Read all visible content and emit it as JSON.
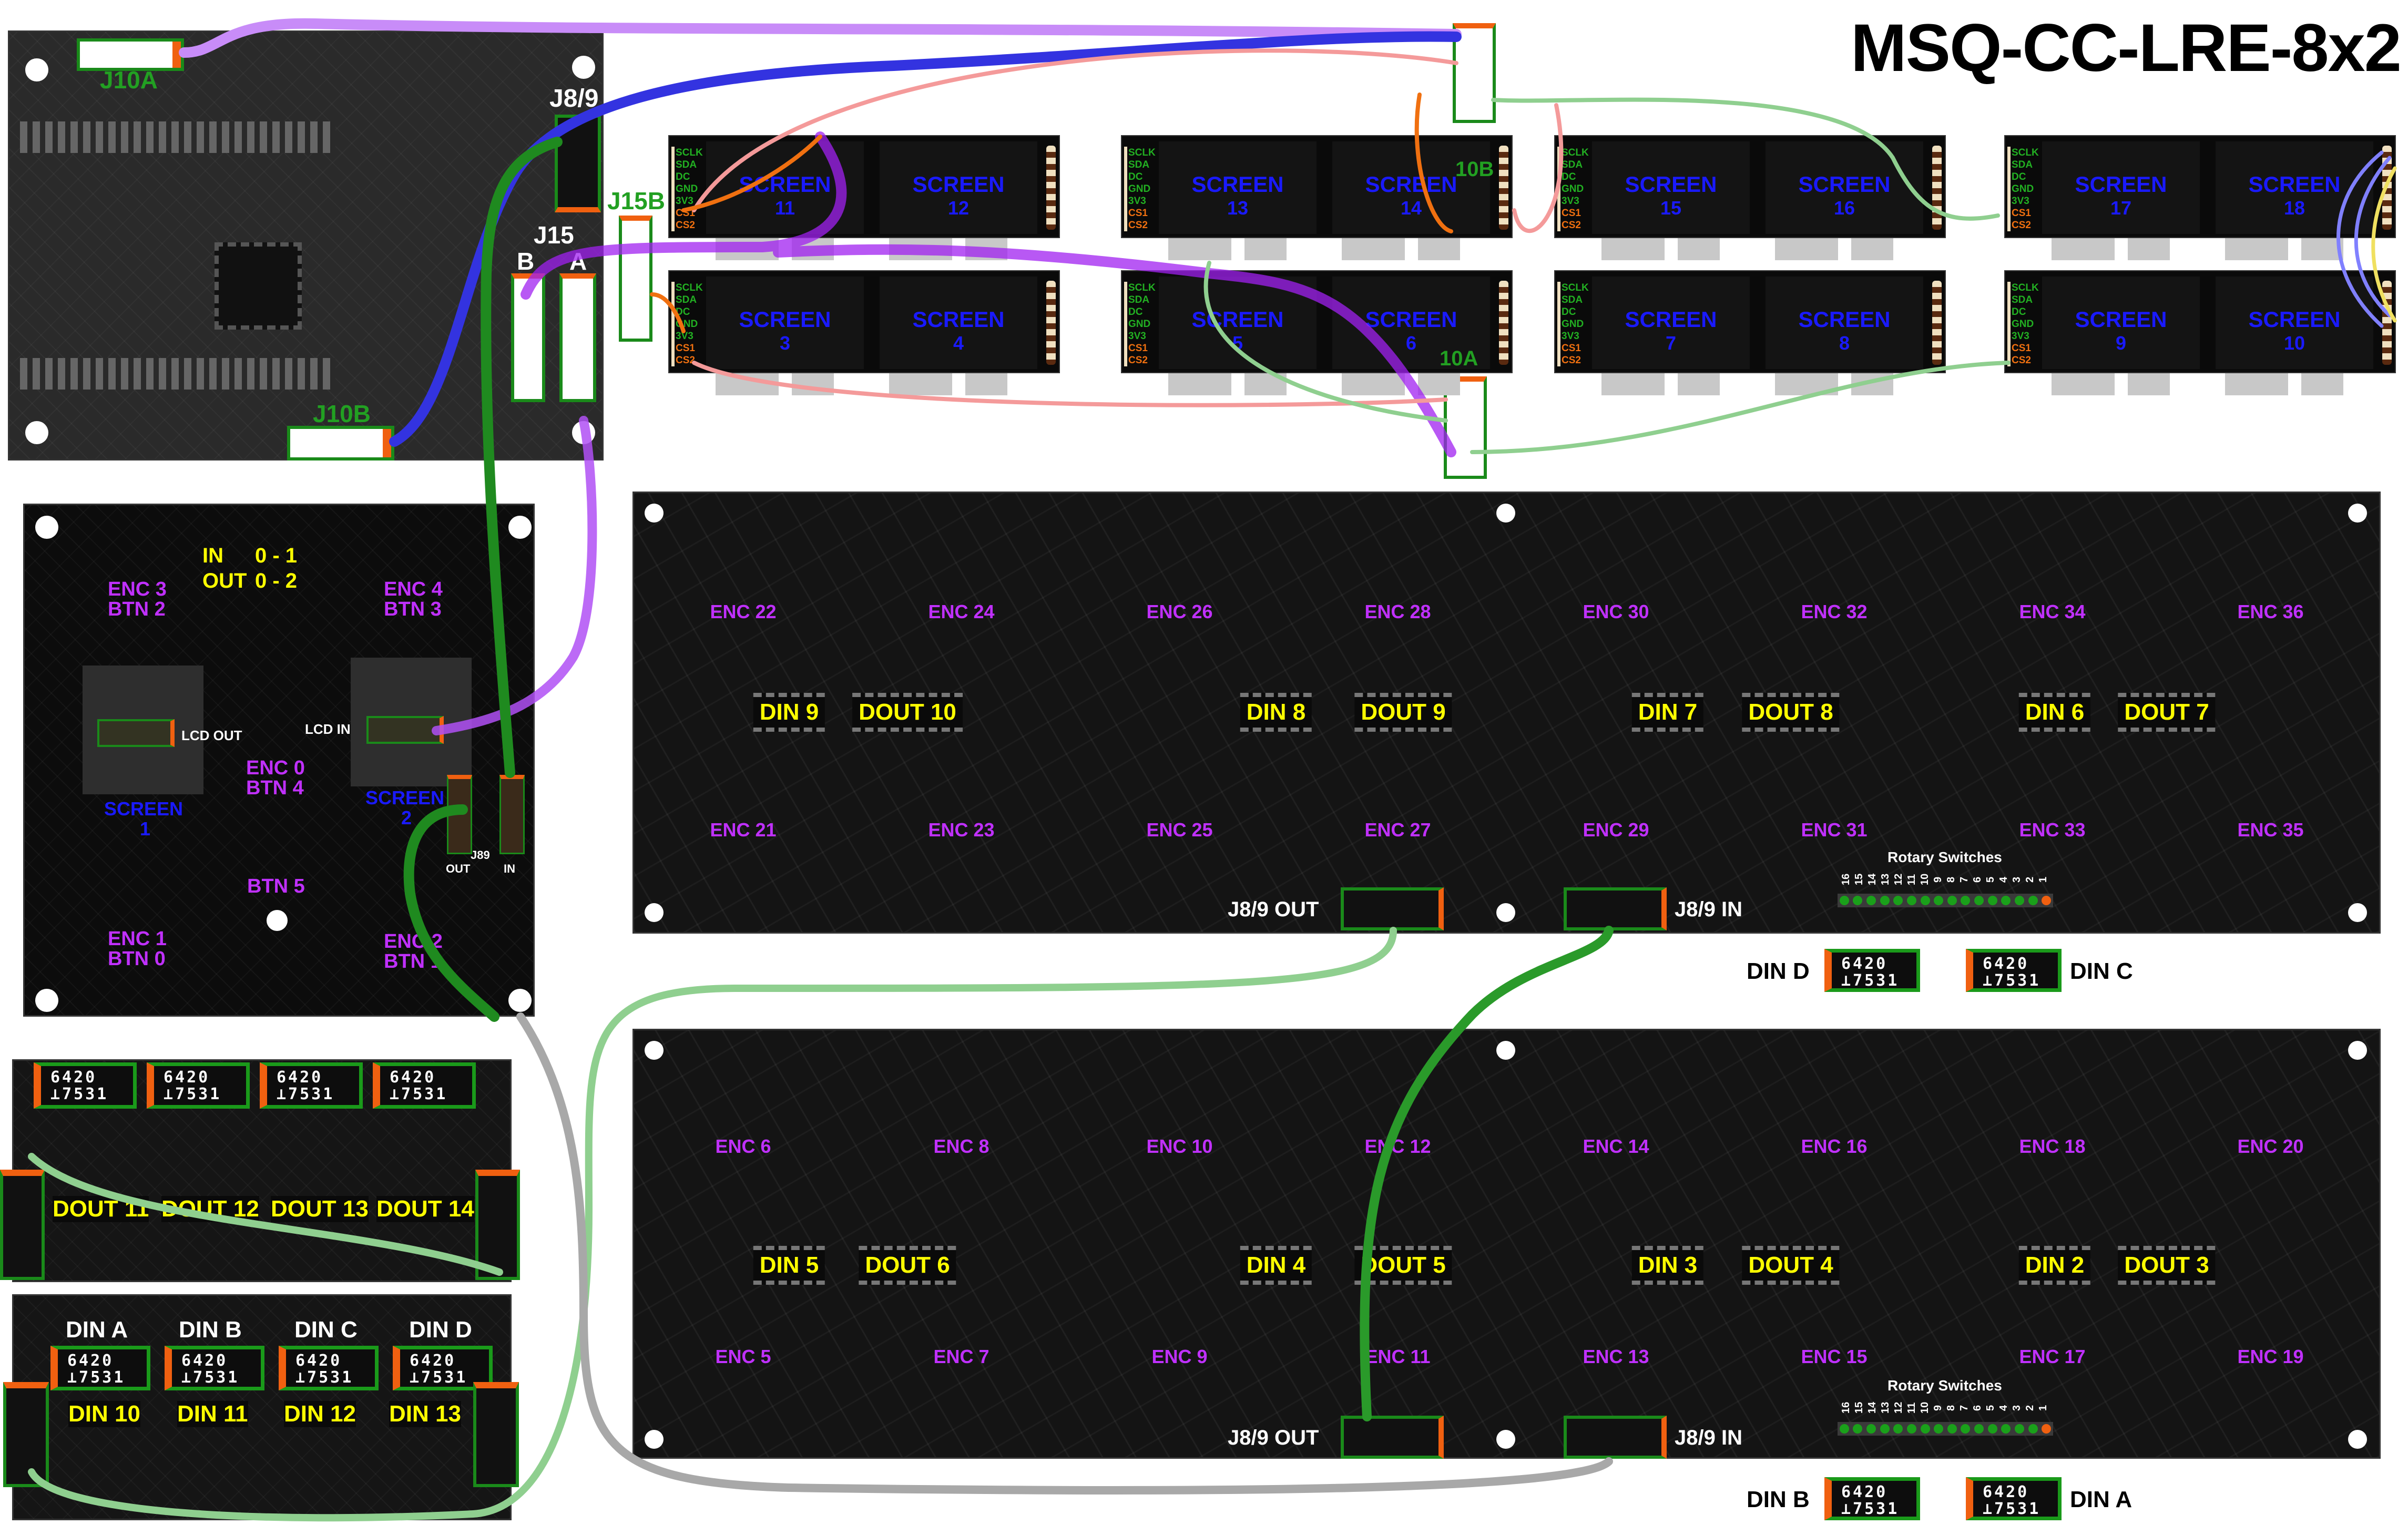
{
  "title": "MSQ-CC-LRE-8x2",
  "core": {
    "j10a": "J10A",
    "j10b": "J10B",
    "j89": "J8/9",
    "j15": "J15",
    "j15b": "J15B",
    "j15_b": "B",
    "j15_a": "A",
    "aux_j10b": "10B",
    "aux_j10a": "10A"
  },
  "screen_label": "SCREEN",
  "screen_pins": [
    "SCLK",
    "SDA",
    "DC",
    "GND",
    "3V3",
    "CS1",
    "CS2"
  ],
  "screen_modules": [
    {
      "row": "top",
      "screens": [
        "11",
        "12"
      ]
    },
    {
      "row": "top",
      "screens": [
        "13",
        "14"
      ]
    },
    {
      "row": "top",
      "screens": [
        "15",
        "16"
      ]
    },
    {
      "row": "top",
      "screens": [
        "17",
        "18"
      ]
    },
    {
      "row": "bottom",
      "screens": [
        "3",
        "4"
      ]
    },
    {
      "row": "bottom",
      "screens": [
        "5",
        "6"
      ]
    },
    {
      "row": "bottom",
      "screens": [
        "7",
        "8"
      ]
    },
    {
      "row": "bottom",
      "screens": [
        "9",
        "10"
      ]
    }
  ],
  "control": {
    "in_label": "IN",
    "in_range": "0 - 1",
    "out_label": "OUT",
    "out_range": "0 - 2",
    "enc3": "ENC 3",
    "btn2": "BTN 2",
    "enc4": "ENC 4",
    "btn3": "BTN 3",
    "lcd_out": "LCD OUT",
    "lcd_in": "LCD IN",
    "enc0": "ENC 0",
    "btn4": "BTN 4",
    "screen1": "SCREEN",
    "screen1_num": "1",
    "screen2": "SCREEN",
    "screen2_num": "2",
    "j89": "J89",
    "j89_out": "OUT",
    "j89_in": "IN",
    "btn5": "BTN 5",
    "enc1": "ENC 1",
    "btn0": "BTN 0",
    "enc2": "ENC 2",
    "btn1": "BTN 1"
  },
  "header_pins": {
    "top": "6420",
    "bottom": "⊥7531"
  },
  "dout_board": {
    "labels": [
      "DOUT 11",
      "DOUT 12",
      "DOUT 13",
      "DOUT 14"
    ]
  },
  "din_board": {
    "ports": [
      "DIN A",
      "DIN B",
      "DIN C",
      "DIN D"
    ],
    "labels": [
      "DIN 10",
      "DIN 11",
      "DIN 12",
      "DIN 13"
    ]
  },
  "boards": [
    {
      "enc_top": [
        "ENC 22",
        "ENC 24",
        "ENC 26",
        "ENC 28",
        "ENC 30",
        "ENC 32",
        "ENC 34",
        "ENC 36"
      ],
      "enc_bottom": [
        "ENC 21",
        "ENC 23",
        "ENC 25",
        "ENC 27",
        "ENC 29",
        "ENC 31",
        "ENC 33",
        "ENC 35"
      ],
      "chips": [
        "DIN 9",
        "DOUT 10",
        "DIN 8",
        "DOUT 9",
        "DIN 7",
        "DOUT 8",
        "DIN 6",
        "DOUT 7"
      ],
      "j89_out": "J8/9 OUT",
      "j89_in": "J8/9 IN",
      "rotary_label": "Rotary Switches",
      "rotary_pins": [
        "16",
        "15",
        "14",
        "13",
        "12",
        "11",
        "10",
        "9",
        "8",
        "7",
        "6",
        "5",
        "4",
        "3",
        "2",
        "1"
      ],
      "din_ports": [
        "DIN D",
        "DIN C"
      ]
    },
    {
      "enc_top": [
        "ENC 6",
        "ENC 8",
        "ENC 10",
        "ENC 12",
        "ENC 14",
        "ENC 16",
        "ENC 18",
        "ENC 20"
      ],
      "enc_bottom": [
        "ENC 5",
        "ENC 7",
        "ENC 9",
        "ENC 11",
        "ENC 13",
        "ENC 15",
        "ENC 17",
        "ENC 19"
      ],
      "chips": [
        "DIN 5",
        "DOUT 6",
        "DIN 4",
        "DOUT 5",
        "DIN 3",
        "DOUT 4",
        "DIN 2",
        "DOUT 3"
      ],
      "j89_out": "J8/9 OUT",
      "j89_in": "J8/9 IN",
      "rotary_label": "Rotary Switches",
      "rotary_pins": [
        "16",
        "15",
        "14",
        "13",
        "12",
        "11",
        "10",
        "9",
        "8",
        "7",
        "6",
        "5",
        "4",
        "3",
        "2",
        "1"
      ],
      "din_ports": [
        "DIN B",
        "DIN A"
      ]
    }
  ],
  "colors": {
    "wire_purple_light": "#c88cf8",
    "wire_purple": "#a020f0",
    "wire_blue": "#3333e0",
    "wire_green": "#1f8a1f",
    "wire_green_light": "#8fcf8f",
    "wire_pink": "#f49a9a",
    "wire_orange": "#f07010",
    "wire_gray": "#a8a8a8"
  }
}
